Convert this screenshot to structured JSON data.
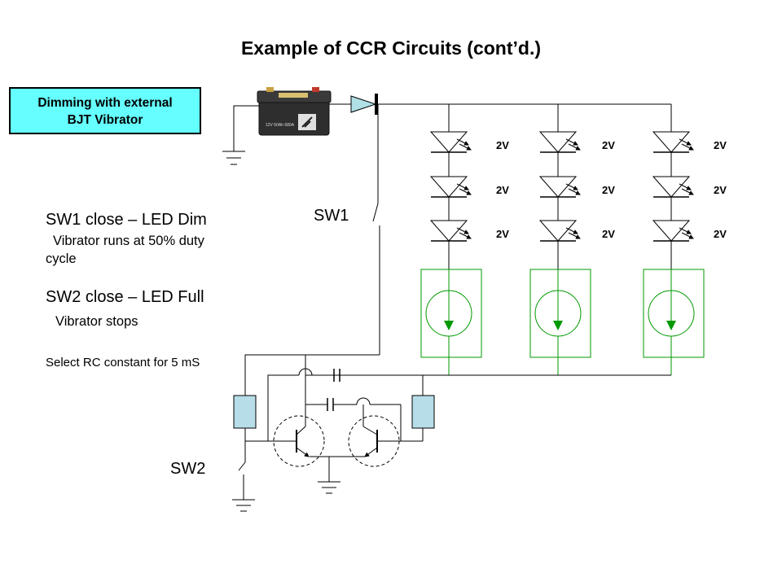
{
  "title": "Example of CCR Circuits (cont’d.)",
  "callout": {
    "line1": "Dimming with external",
    "line2": "BJT Vibrator"
  },
  "notes": {
    "sw1_heading": "SW1 close – LED Dim",
    "sw1_detail_1": "Vibrator runs at 50% duty",
    "sw1_detail_2": "cycle",
    "sw2_heading": "SW2 close – LED Full",
    "sw2_detail": "Vibrator stops",
    "rc_note": "Select RC constant for 5 mS"
  },
  "switches": {
    "sw1": "SW1",
    "sw2": "SW2"
  },
  "led_voltage": "2V",
  "battery_label": "12V  60Ah  680A",
  "colors": {
    "callout_fill": "#66ffff",
    "ccr_green": "#009900",
    "diode_fill": "#aee0e6",
    "resistor_fill": "#b7dde8"
  }
}
